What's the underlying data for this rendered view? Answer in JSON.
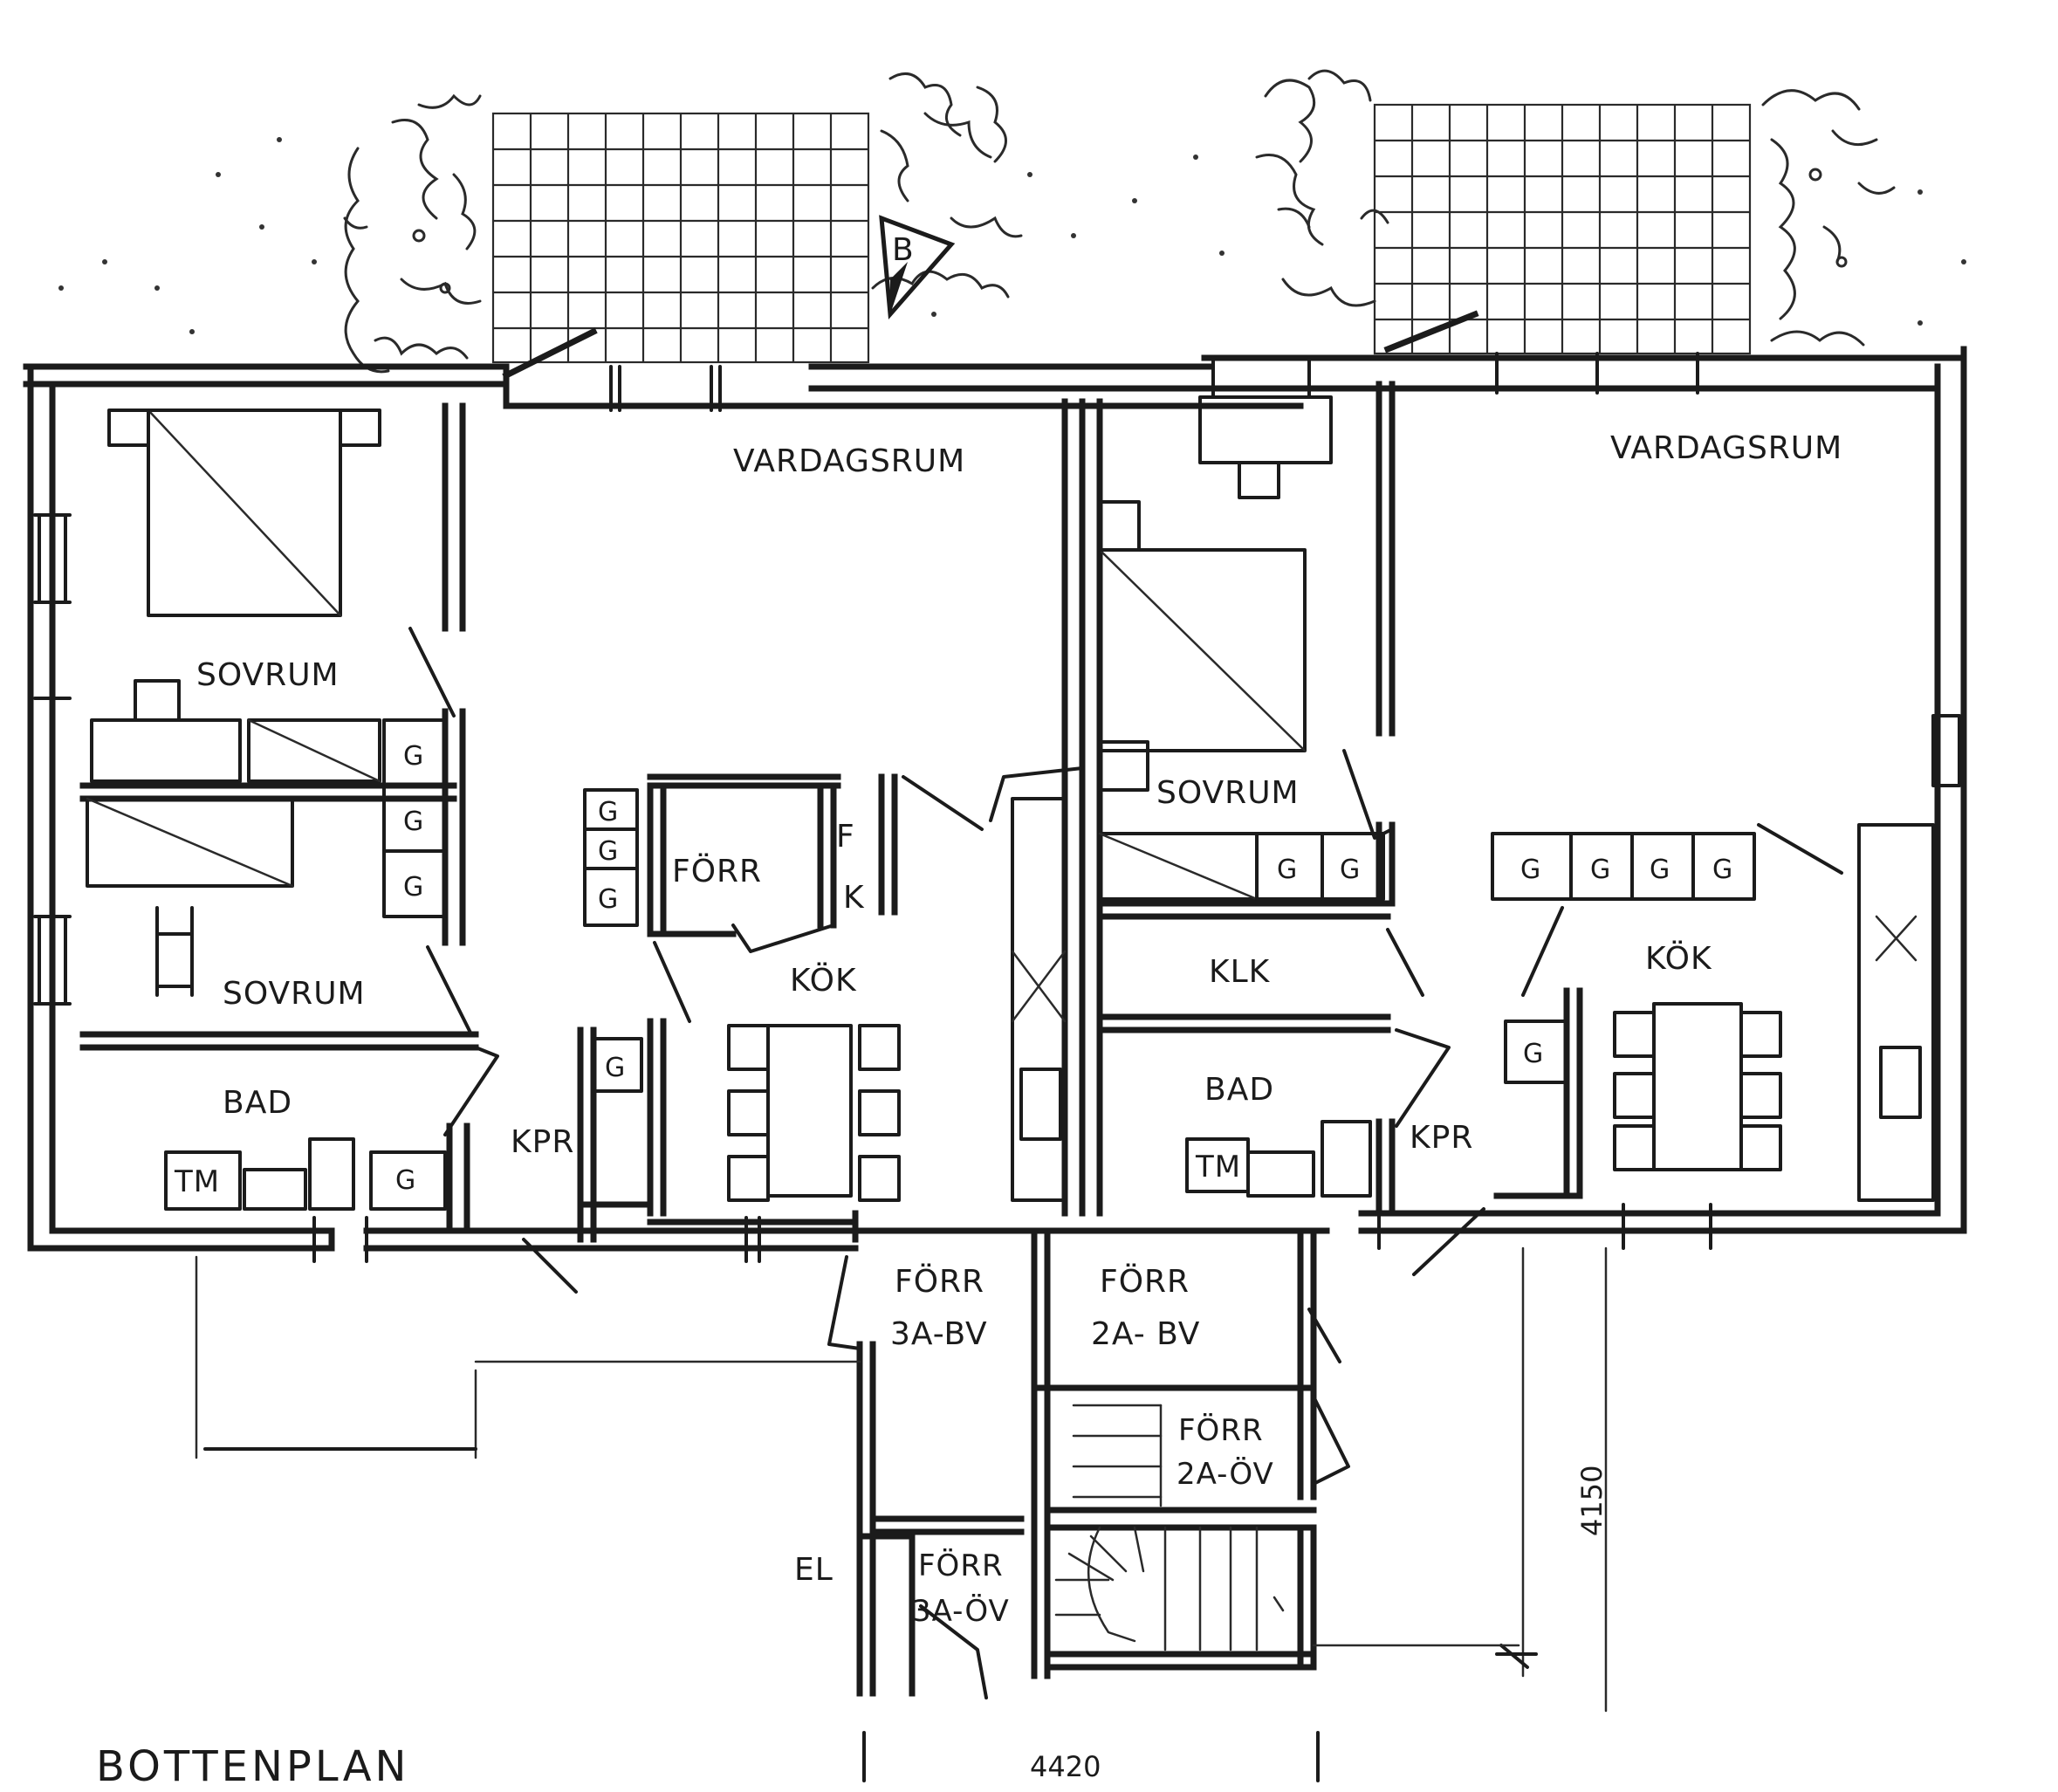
{
  "drawing": {
    "title": "BOTTENPLAN",
    "compass_label": "B"
  },
  "units": {
    "left": {
      "living_room": "VARDAGSRUM",
      "bedroom_upper": "SOVRUM",
      "bedroom_lower": "SOVRUM",
      "storage": "FÖRR",
      "kitchen": "KÖK",
      "bathroom": "BAD",
      "wardrobe_corridor": "KPR",
      "storage_f": "F",
      "storage_k": "K",
      "washer": "TM"
    },
    "right": {
      "living_room": "VARDAGSRUM",
      "bedroom": "SOVRUM",
      "closet": "KLK",
      "kitchen": "KÖK",
      "bathroom": "BAD",
      "wardrobe_corridor": "KPR",
      "washer": "TM"
    }
  },
  "stairwell": {
    "storage_3a_bv_line1": "FÖRR",
    "storage_3a_bv_line2": "3A-BV",
    "storage_2a_bv_line1": "FÖRR",
    "storage_2a_bv_line2": "2A- BV",
    "storage_2a_ov_line1": "FÖRR",
    "storage_2a_ov_line2": "2A-ÖV",
    "storage_3a_ov_line1": "FÖRR",
    "storage_3a_ov_line2": "3A-ÖV",
    "electrical": "EL"
  },
  "wardrobe_mark": "G",
  "dimensions": {
    "width": "4420",
    "depth": "4150"
  }
}
